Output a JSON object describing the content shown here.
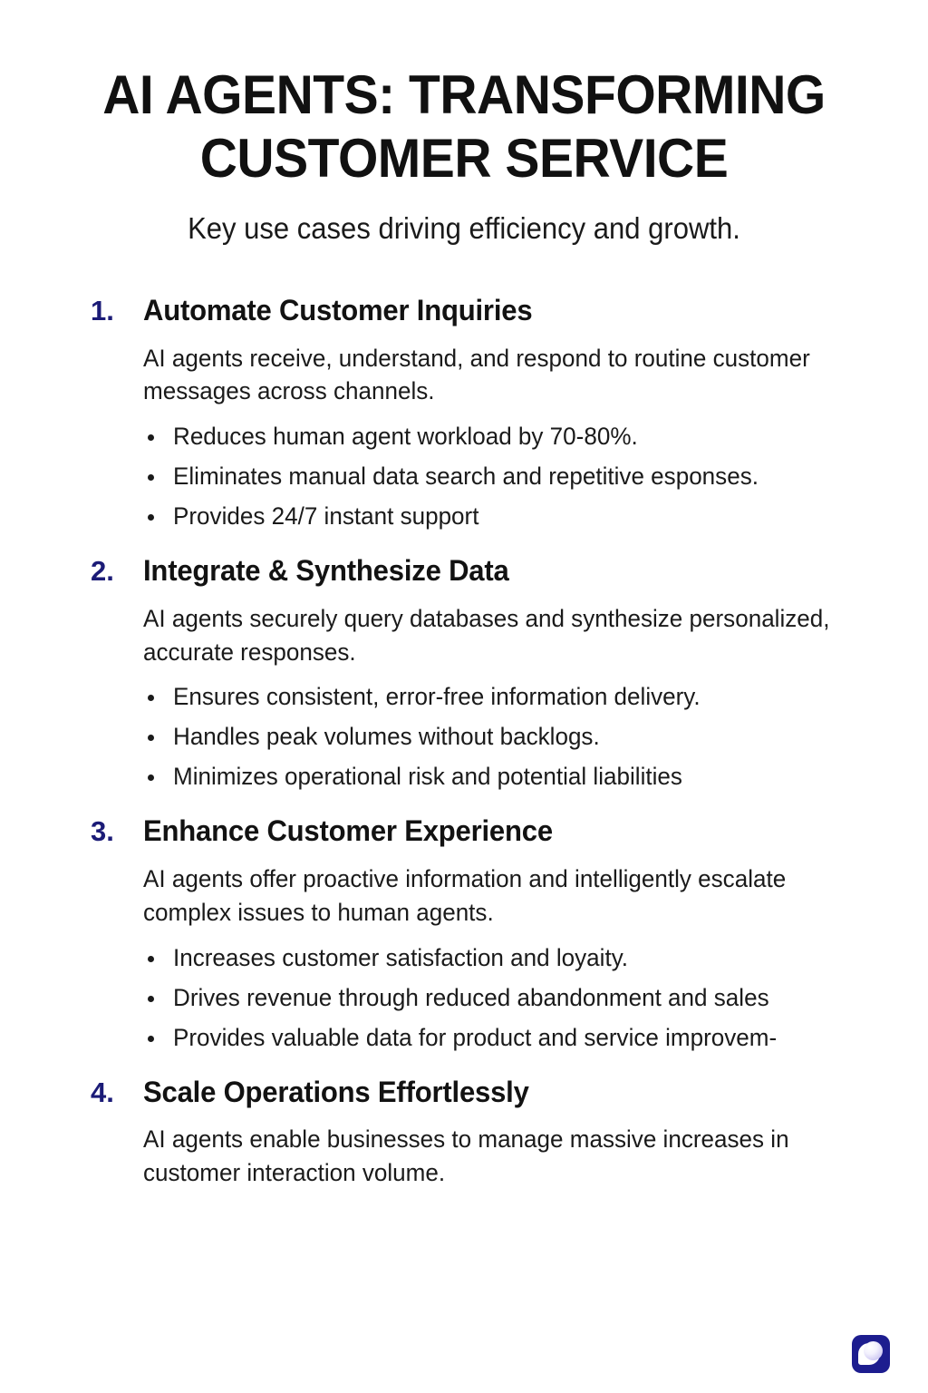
{
  "header": {
    "title": "AI AGENTS: TRANSFORMING CUSTOMER SERVICE",
    "subtitle": "Key use cases driving efficiency and growth."
  },
  "theme": {
    "background": "#ffffff",
    "text_color": "#1a1a1a",
    "number_accent": "#1b1b77",
    "logo_background": "#1d1d8f",
    "logo_sphere": "#ffffff"
  },
  "sections": [
    {
      "number": "1.",
      "title": "Automate Customer Inquiries",
      "description": "AI agents receive, understand, and respond to routine customer messages across channels.",
      "bullets": [
        "Reduces human agent workload by 70-80%.",
        "Eliminates manual data search and repetitive esponses.",
        "Provides 24/7 instant support"
      ]
    },
    {
      "number": "2.",
      "title": "Integrate & Synthesize Data",
      "description": "AI agents securely query databases and synthesize personalized, accurate responses.",
      "bullets": [
        "Ensures consistent, error-free information delivery.",
        "Handles peak volumes without backlogs.",
        "Minimizes operational risk and potential liabilities"
      ]
    },
    {
      "number": "3.",
      "title": "Enhance Customer Experience",
      "description": "AI agents offer proactive information and intelligently escalate complex issues to human agents.",
      "bullets": [
        "Increases customer satisfaction and loyaity.",
        "Drives revenue through reduced abandonment and sales",
        "Provides valuable data for product and service improvem-"
      ]
    },
    {
      "number": "4.",
      "title": "Scale Operations Effortlessly",
      "description": "AI agents enable businesses to manage massive increases in customer interaction volume.",
      "bullets": []
    }
  ],
  "logo": {
    "name": "sphere-crescent-logo"
  }
}
